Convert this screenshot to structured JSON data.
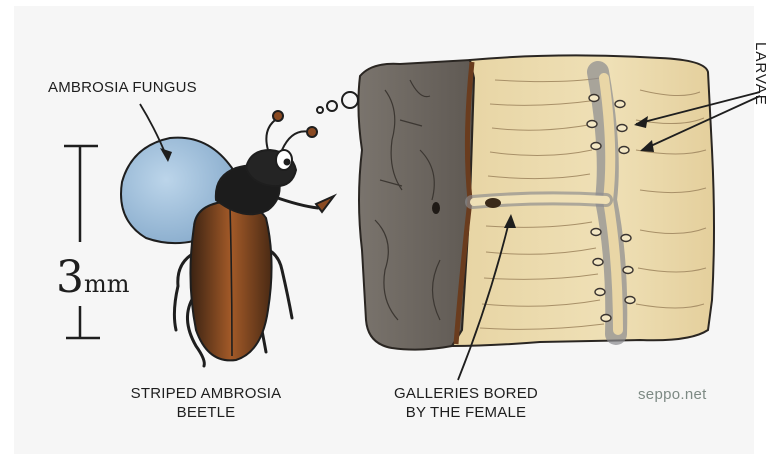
{
  "labels": {
    "ambrosia_fungus": "AMBROSIA FUNGUS",
    "larvae": "LARVAE",
    "beetle_line1": "STRIPED AMBROSIA",
    "beetle_line2": "BEETLE",
    "galleries_line1": "GALLERIES BORED",
    "galleries_line2": "BY THE FEMALE"
  },
  "scale": {
    "number": "3",
    "unit": "mm"
  },
  "credit": "seppo.net",
  "colors": {
    "background": "#f6f6f6",
    "fungus": "#9fc0dd",
    "bark": "#6e6862",
    "wood": "#ecdcb0",
    "beetle_body": "#8a4a22",
    "beetle_head": "#1c1c1c",
    "credit_text": "#7d8a84"
  }
}
